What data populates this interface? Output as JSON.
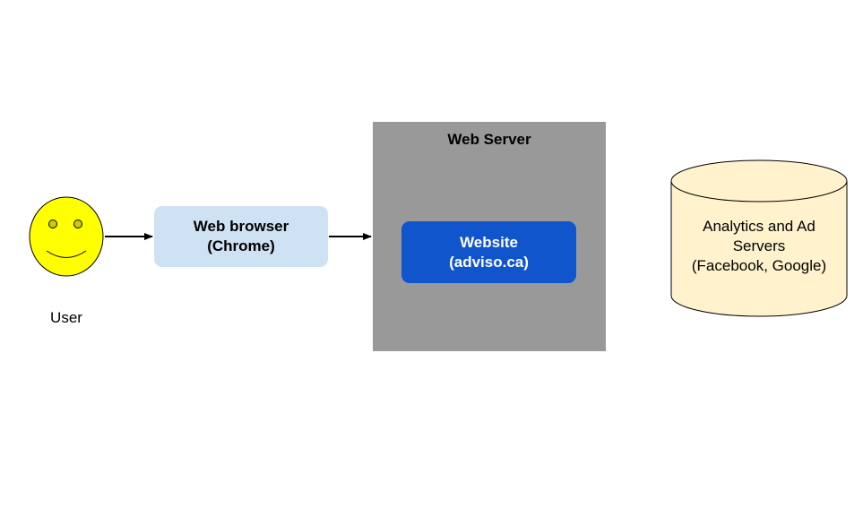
{
  "user": {
    "label": "User"
  },
  "browser": {
    "line1": "Web browser",
    "line2": "(Chrome)"
  },
  "server": {
    "title": "Web Server"
  },
  "website": {
    "line1": "Website",
    "line2": "(adviso.ca)"
  },
  "analytics": {
    "line1": "Analytics and Ad",
    "line2": "Servers",
    "line3": "(Facebook, Google)"
  },
  "colors": {
    "smiley_fill": "#ffff00",
    "browser_fill": "#cfe2f3",
    "server_fill": "#999999",
    "website_fill": "#1155cc",
    "cylinder_fill": "#fff2cc"
  },
  "icons": {
    "user": "smiley-face-icon",
    "analytics": "database-cylinder-icon"
  }
}
